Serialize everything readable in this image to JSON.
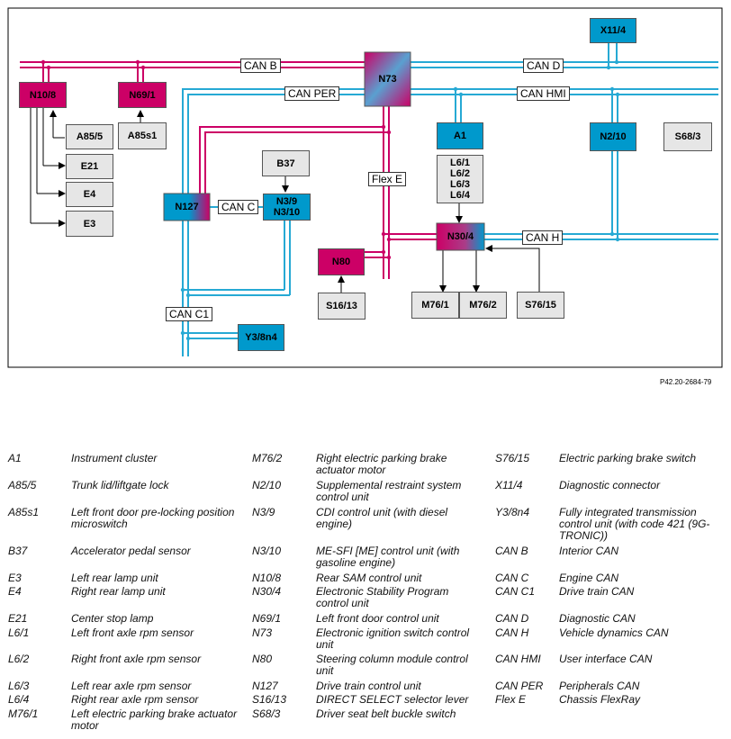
{
  "reference": "P42.20-2684-79",
  "colors": {
    "can_bus": "#26a9d4",
    "flexray": "#cc0066",
    "ecu_can": "#0099cc",
    "ecu_flexray": "#cc0066",
    "sensor": "#e6e6e6"
  },
  "bus_labels": {
    "can_b": "CAN B",
    "can_d": "CAN D",
    "can_per": "CAN PER",
    "can_hmi": "CAN HMI",
    "can_c": "CAN C",
    "can_h": "CAN H",
    "can_c1": "CAN C1",
    "flex_e": "Flex E"
  },
  "modules": {
    "x11_4": "X11/4",
    "n10_8": "N10/8",
    "n69_1": "N69/1",
    "n73": "N73",
    "a1": "A1",
    "n2_10": "N2/10",
    "s68_3": "S68/3",
    "a85_5": "A85/5",
    "a85s1": "A85s1",
    "e21": "E21",
    "e4": "E4",
    "e3": "E3",
    "b37": "B37",
    "n127": "N127",
    "n3_9_10": "N3/9\nN3/10",
    "l6": "L6/1\nL6/2\nL6/3\nL6/4",
    "n30_4": "N30/4",
    "n80": "N80",
    "s16_13": "S16/13",
    "m76_1": "M76/1",
    "m76_2": "M76/2",
    "s76_15": "S76/15",
    "y3_8n4": "Y3/8n4"
  },
  "legend": [
    [
      {
        "code": "A1",
        "desc": "Instrument cluster"
      },
      {
        "code": "A85/5",
        "desc": "Trunk lid/liftgate lock"
      },
      {
        "code": "A85s1",
        "desc": "Left front door pre-locking position microswitch"
      },
      {
        "code": "B37",
        "desc": "Accelerator pedal sensor"
      },
      {
        "code": "E3",
        "desc": "Left rear lamp unit"
      },
      {
        "code": "E4",
        "desc": "Right rear lamp unit"
      },
      {
        "code": "E21",
        "desc": "Center stop lamp"
      },
      {
        "code": "L6/1",
        "desc": "Left front axle rpm sensor"
      },
      {
        "code": "L6/2",
        "desc": "Right front axle rpm sensor"
      },
      {
        "code": "L6/3",
        "desc": "Left rear axle rpm sensor"
      },
      {
        "code": "L6/4",
        "desc": "Right rear axle rpm sensor"
      },
      {
        "code": "M76/1",
        "desc": "Left electric parking brake actuator motor"
      }
    ],
    [
      {
        "code": "M76/2",
        "desc": "Right electric parking brake actuator motor"
      },
      {
        "code": "N2/10",
        "desc": "Supplemental restraint system control unit"
      },
      {
        "code": "N3/9",
        "desc": "CDI control unit (with diesel engine)"
      },
      {
        "code": "N3/10",
        "desc": "ME-SFI [ME] control unit (with gasoline engine)"
      },
      {
        "code": "N10/8",
        "desc": "Rear SAM control unit"
      },
      {
        "code": "N30/4",
        "desc": "Electronic Stability Program control unit"
      },
      {
        "code": "N69/1",
        "desc": "Left front door control unit"
      },
      {
        "code": "N73",
        "desc": "Electronic ignition switch control unit"
      },
      {
        "code": "N80",
        "desc": "Steering column module control unit"
      },
      {
        "code": "N127",
        "desc": "Drive train control unit"
      },
      {
        "code": "S16/13",
        "desc": "DIRECT SELECT selector lever"
      },
      {
        "code": "S68/3",
        "desc": "Driver seat belt buckle switch"
      }
    ],
    [
      {
        "code": "S76/15",
        "desc": "Electric parking brake switch"
      },
      {
        "code": "X11/4",
        "desc": "Diagnostic connector"
      },
      {
        "code": "Y3/8n4",
        "desc": "Fully integrated transmission control unit (with code 421 (9G-TRONIC))"
      },
      {
        "code": "CAN B",
        "desc": "Interior CAN"
      },
      {
        "code": "CAN C",
        "desc": "Engine CAN"
      },
      {
        "code": "CAN C1",
        "desc": "Drive train CAN"
      },
      {
        "code": "CAN D",
        "desc": "Diagnostic CAN"
      },
      {
        "code": "CAN H",
        "desc": "Vehicle dynamics CAN"
      },
      {
        "code": "CAN HMI",
        "desc": "User interface CAN"
      },
      {
        "code": "CAN PER",
        "desc": "Peripherals CAN"
      },
      {
        "code": "Flex E",
        "desc": "Chassis FlexRay"
      }
    ]
  ]
}
